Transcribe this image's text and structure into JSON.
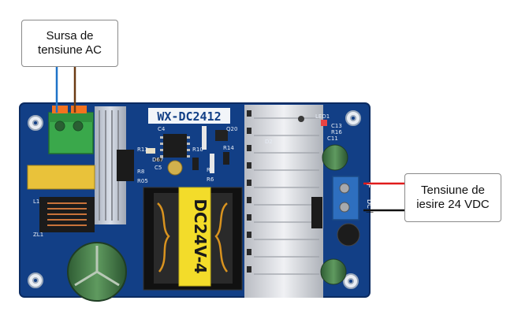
{
  "callouts": {
    "ac_input": {
      "line1": "Sursa de",
      "line2": "tensiune AC"
    },
    "dc_output": {
      "line1": "Tensiune de",
      "line2": "iesire 24 VDC"
    }
  },
  "board": {
    "model": "WX-DC2412",
    "transformer_label": "DC24V-4",
    "terminal_polarity_plus": "+",
    "terminal_polarity_minus": "—",
    "terminal_dc_label": "DC",
    "silkscreen": [
      "C4",
      "Q20",
      "R13",
      "R10",
      "R9",
      "R8",
      "C5",
      "R14",
      "D67",
      "C11",
      "R16",
      "L1",
      "ZL1",
      "D2",
      "LED1",
      "C13",
      "R05",
      "R6"
    ]
  },
  "colors": {
    "pcb": "#123f86",
    "heatsink": "#d8dadf",
    "ac_wire_blue": "#1e73c8",
    "ac_wire_brown": "#6b3b14",
    "dc_wire_red": "#e01b1b",
    "dc_wire_black": "#111111",
    "terminal_green": "#3aa84b",
    "terminal_blue": "#2e6fbf",
    "transformer_yellow": "#f3dc2a"
  }
}
